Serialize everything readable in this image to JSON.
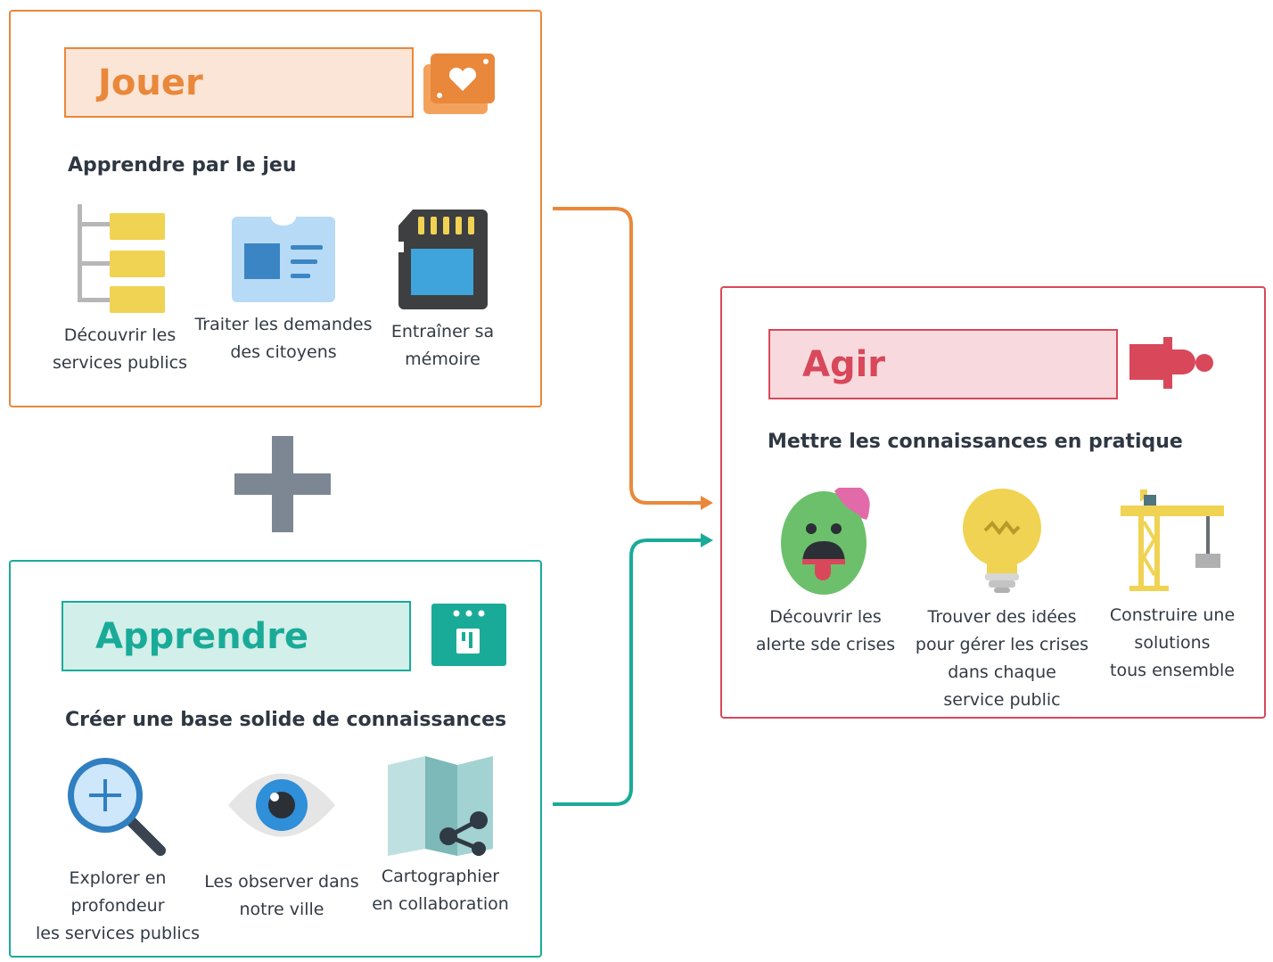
{
  "panels": {
    "jouer": {
      "title": "Jouer",
      "subtitle": "Apprendre par le jeu",
      "items": [
        {
          "label": "Découvrir les\nservices publics",
          "icon": "hierarchy-icon"
        },
        {
          "label": "Traiter les demandes\ndes citoyens",
          "icon": "id-card-icon"
        },
        {
          "label": "Entraîner sa\nmémoire",
          "icon": "memory-card-icon"
        }
      ],
      "icon": "playing-cards-icon",
      "color": "#e9883b"
    },
    "apprendre": {
      "title": "Apprendre",
      "subtitle": "Créer une base solide de connaissances",
      "items": [
        {
          "label": "Explorer en\nprofondeur\nles services publics",
          "icon": "magnifier-plus-icon"
        },
        {
          "label": "Les observer dans\nnotre ville",
          "icon": "eye-icon"
        },
        {
          "label": "Cartographier\nen collaboration",
          "icon": "shared-map-icon"
        }
      ],
      "icon": "calendar-icon",
      "color": "#1aab98"
    },
    "agir": {
      "title": "Agir",
      "subtitle": "Mettre les connaissances en pratique",
      "items": [
        {
          "label": "Découvrir les\nalerte sde crises",
          "icon": "zombie-face-icon"
        },
        {
          "label": "Trouver des idées\npour gérer les crises\ndans chaque\nservice public",
          "icon": "lightbulb-icon"
        },
        {
          "label": "Construire une\nsolutions\ntous ensemble",
          "icon": "crane-icon"
        }
      ],
      "icon": "megaphone-icon",
      "color": "#d8485a"
    }
  },
  "connectors": {
    "top_color": "#e9883b",
    "bottom_color": "#1aab98",
    "plus_color": "#7c8793"
  }
}
